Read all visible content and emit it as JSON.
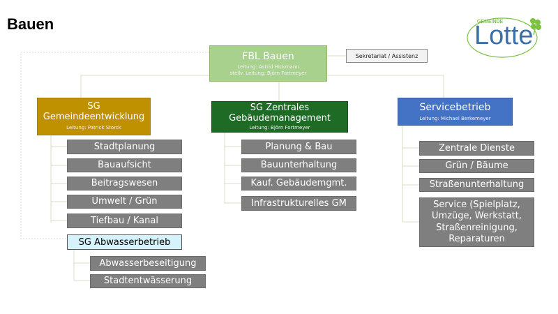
{
  "title": "Bauen",
  "logo": {
    "small": "GEMEINDE",
    "big": "Lotte"
  },
  "colors": {
    "fbl": "#a9d18e",
    "gemeinde": "#bf9000",
    "gebaeude": "#1e6b25",
    "service": "#4472c4",
    "abwasser": "#d6f2fb",
    "item": "#7f7f7f"
  },
  "fbl": {
    "name": "FBL Bauen",
    "lead1": "Leitung: Astrid Hickmann",
    "lead2": "stellv. Leitung: Björn Fortmeyer"
  },
  "sekretariat": "Sekretariat / Assistenz",
  "gemeinde": {
    "name1": "SG",
    "name2": "Gemeindeentwicklung",
    "lead": "Leitung: Patrick Storck",
    "items": [
      "Stadtplanung",
      "Bauaufsicht",
      "Beitragswesen",
      "Umwelt / Grün",
      "Tiefbau / Kanal"
    ]
  },
  "abwasser": {
    "name": "SG Abwasserbetrieb",
    "items": [
      "Abwasserbeseitigung",
      "Stadtentwässerung"
    ]
  },
  "gebaeude": {
    "name1": "SG Zentrales",
    "name2": "Gebäudemanagement",
    "lead": "Leitung: Björn Fortmeyer",
    "items": [
      "Planung & Bau",
      "Bauunterhaltung",
      "Kauf. Gebäudemgmt.",
      "Infrastrukturelles GM"
    ]
  },
  "service": {
    "name": "Servicebetrieb",
    "lead": "Leitung: Michael Berkemeyer",
    "items": [
      "Zentrale Dienste",
      "Grün / Bäume",
      "Straßenunterhaltung"
    ],
    "multi": [
      "Service (Spielplatz,",
      "Umzüge, Werkstatt,",
      "Straßenreinigung,",
      "Reparaturen"
    ]
  }
}
